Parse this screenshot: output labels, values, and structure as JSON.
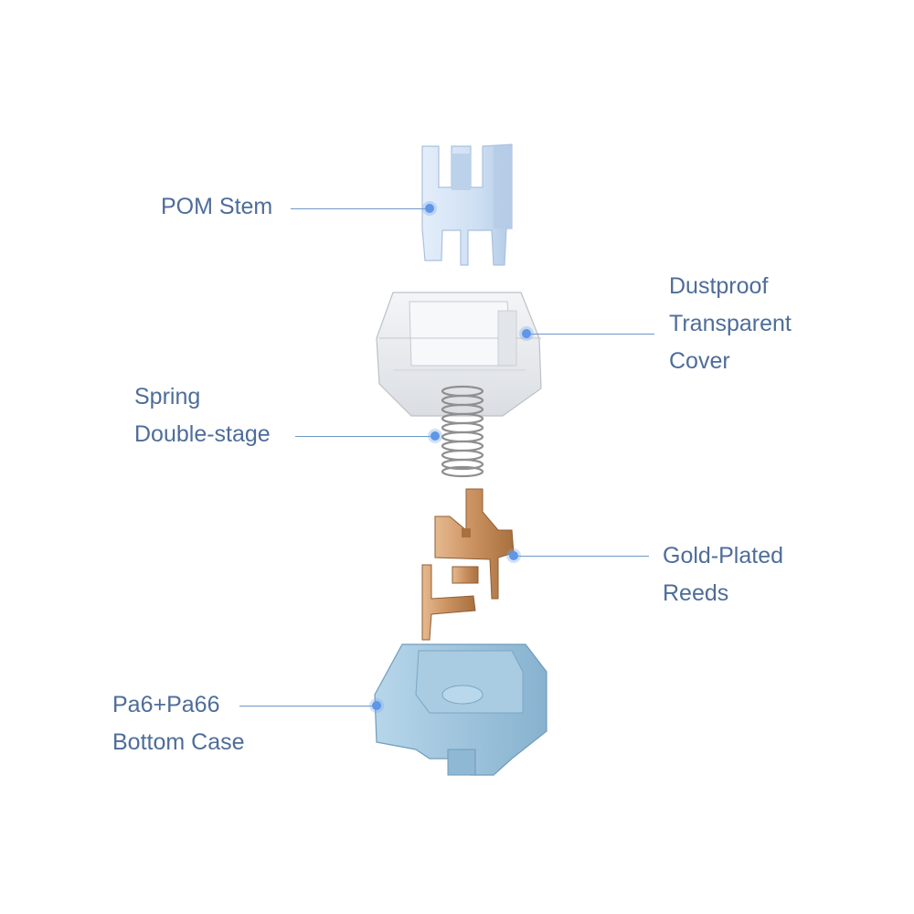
{
  "labels": {
    "stem": [
      "POM Stem"
    ],
    "cover": [
      "Dustproof",
      "Transparent",
      "Cover"
    ],
    "spring": [
      "Spring",
      "Double-stage"
    ],
    "reeds": [
      "Gold-Plated",
      "Reeds"
    ],
    "bottom": [
      "Pa6+Pa66",
      "Bottom Case"
    ]
  },
  "colors": {
    "label_text": "#4e6d99",
    "leader_line": "#6e97c8",
    "marker_dot": "#5f96e6",
    "stem": "#cfe0f3",
    "cover": "#e9ecef",
    "spring": "#8f8f8f",
    "reeds": "#c9905f",
    "bottom_case": "#9dc3dd"
  }
}
